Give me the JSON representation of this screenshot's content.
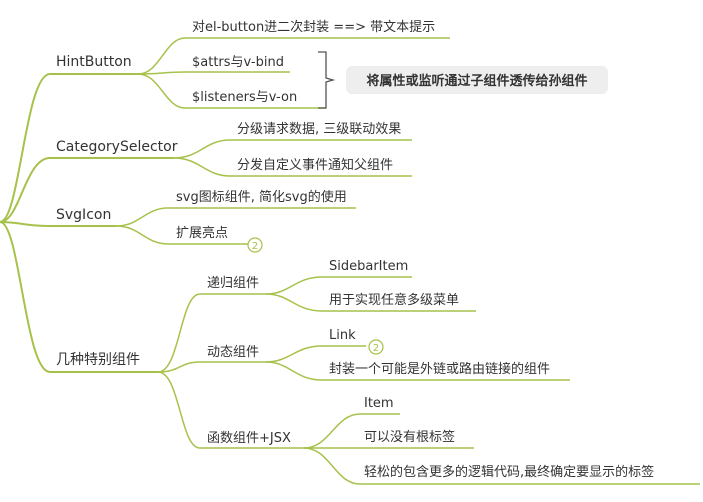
{
  "mindmap": {
    "branches": {
      "hint_button": {
        "label": "HintButton",
        "children": {
          "secondary_wrap": "对el-button进二次封装 ==> 带文本提示",
          "attrs_vbind": "$attrs与v-bind",
          "listeners_von": "$listeners与v-on"
        },
        "summary": "将属性或监听通过子组件透传给孙组件"
      },
      "category_selector": {
        "label": "CategorySelector",
        "children": {
          "tiered_request": "分级请求数据, 三级联动效果",
          "dispatch_event": "分发自定义事件通知父组件"
        }
      },
      "svg_icon": {
        "label": "SvgIcon",
        "children": {
          "svg_component": "svg图标组件, 简化svg的使用",
          "extension_highlights": "扩展亮点"
        },
        "extension_badge": "2"
      },
      "special_components": {
        "label": "几种特别组件",
        "recursive": {
          "label": "递归组件",
          "children": {
            "sidebar_item": "SidebarItem",
            "multilevel_menu": "用于实现任意多级菜单"
          }
        },
        "dynamic": {
          "label": "动态组件",
          "children": {
            "link": "Link",
            "wrap_link": "封装一个可能是外链或路由链接的组件"
          },
          "link_badge": "2"
        },
        "functional": {
          "label": "函数组件+JSX",
          "children": {
            "item": "Item",
            "no_root_tag": "可以没有根标签",
            "more_logic": "轻松的包含更多的逻辑代码,最终确定要显示的标签"
          }
        }
      }
    },
    "colors": {
      "branch_line": "#a6c24a",
      "text": "#333333",
      "summary_bg": "#eeeeee",
      "bracket": "#555555"
    }
  }
}
